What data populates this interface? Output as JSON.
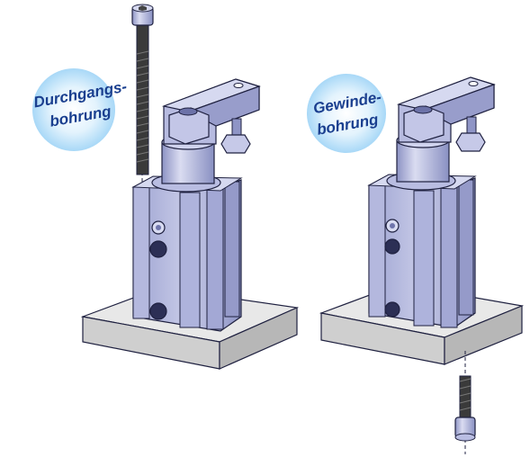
{
  "labels": {
    "through_hole_line1": "Durchgangs-",
    "through_hole_line2": "bohrung",
    "threaded_hole_line1": "Gewinde-",
    "threaded_hole_line2": "bohrung"
  },
  "colors": {
    "metal_light": "#c9cde8",
    "metal_mid": "#a9aed6",
    "metal_dark": "#7c82b8",
    "outline": "#1f2140",
    "plate_top": "#e6e6e6",
    "plate_side": "#c4c4c4",
    "badge_text": "#1a3f8f",
    "badge_glow": "#bfe3fb"
  }
}
